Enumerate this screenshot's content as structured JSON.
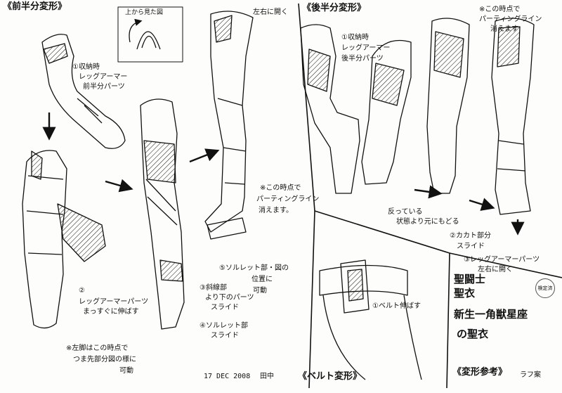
{
  "labels": {
    "front_half_title": "《前半分変形》",
    "top_view_caption": "上から見た図",
    "step1_line1": "①収納時",
    "step1_line2": "レッグアーマー",
    "step1_line3": "前半分パーツ",
    "step2_line1": "②",
    "step2_line2": "レッグアーマーパーツ",
    "step2_line3": "まっすぐに伸ばす",
    "open_left_right_1": "左右に開く",
    "parting_note_1_line1": "※この時点で",
    "parting_note_1_line2": "パーティングライン",
    "parting_note_1_line3": "消えます。",
    "step5_line1": "⑤ソルレット部・図の",
    "step5_line2": "位置に",
    "step5_line3": "可動",
    "step3_line1": "③斜線部",
    "step3_line2": "より下のパーツ",
    "step3_line3": "スライド",
    "step4_line1": "④ソルレット部",
    "step4_line2": "スライド",
    "left_leg_note_line1": "※左脚はこの時点で",
    "left_leg_note_line2": "つま先部分図の様に",
    "left_leg_note_line3": "可動",
    "date": "17 DEC 2008",
    "signature": "田中",
    "back_half_title": "《後半分変形》",
    "back_step1_line1": "①収納時",
    "back_step1_line2": "レッグアーマー",
    "back_step1_line3": "後半分パーツ",
    "parting_note_2_line1": "※この時点で",
    "parting_note_2_line2": "パーティングライン",
    "parting_note_2_line3": "消えます",
    "reverse_note_line1": "反っている",
    "reverse_note_line2": "状態より元にもどる",
    "heel_line1": "②カカト部分",
    "heel_line2": "スライド",
    "back_step3_line1": "③レッグアーマーパーツ",
    "back_step3_line2": "左右に開く",
    "belt_step": "①ベルト伸ばす",
    "belt_title": "《ベルト変形》",
    "right_box_line1": "聖闘士",
    "right_box_line2": "聖衣",
    "right_box_line3": "新生一角獣星座",
    "right_box_line4": "の聖衣",
    "reference_title": "《変形参考》",
    "ref_sub": "ラフ案",
    "stamp": "検定済"
  },
  "colors": {
    "ink": "#111111",
    "paper": "#fdfdfb"
  }
}
